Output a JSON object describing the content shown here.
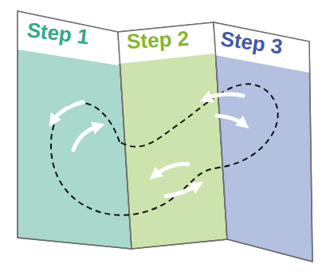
{
  "diagram": {
    "nodes": [
      {
        "text": [
          "Step 1"
        ]
      },
      {
        "text": [
          "Step 2"
        ]
      },
      {
        "text": [
          "Step 3"
        ]
      }
    ]
  }
}
